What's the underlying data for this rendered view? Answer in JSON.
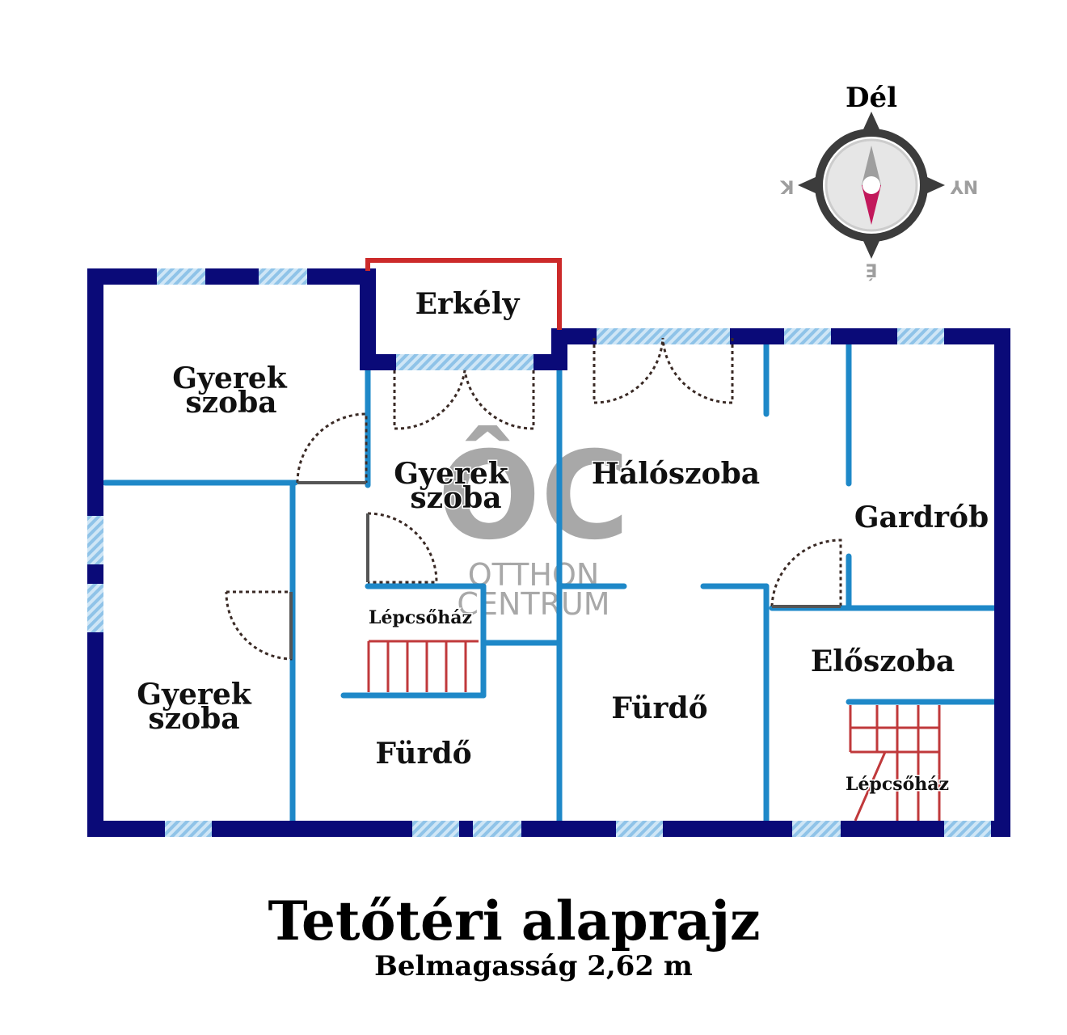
{
  "colors": {
    "exterior_wall": "#0a0a78",
    "interior_wall": "#1e88c8",
    "balcony_wall": "#cc2a2a",
    "window_hatch": "#8fc3e8",
    "stairs": "#c0393b",
    "door_swing": "#3a2a25",
    "door_leaf": "#555555",
    "compass_ring": "#3c3c3c",
    "compass_needle_south": "#c2185b",
    "compass_needle_north": "#9e9e9e",
    "watermark": "#9a9a9a"
  },
  "rooms": {
    "erkely": "Erkély",
    "gyerek1_line1": "Gyerek",
    "gyerek1_line2": "szoba",
    "gyerek2_line1": "Gyerek",
    "gyerek2_line2": "szoba",
    "gyerek3_line1": "Gyerek",
    "gyerek3_line2": "szoba",
    "haloszoba": "Hálószoba",
    "gardrob": "Gardrób",
    "eloszoba": "Előszoba",
    "furdo1": "Fürdő",
    "furdo2": "Fürdő",
    "lepcsohaz1": "Lépcsőház",
    "lepcsohaz2": "Lépcsőház"
  },
  "compass": {
    "top": "Dél",
    "left": "K",
    "right": "NY",
    "bottom": "É"
  },
  "watermark": {
    "logo_letters": "ÔC",
    "line1": "OTTHON",
    "line2": "CENTRUM"
  },
  "title": {
    "main": "Tetőtéri alaprajz",
    "sub": "Belmagasság 2,62 m"
  }
}
